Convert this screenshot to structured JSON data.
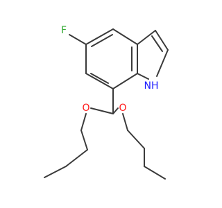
{
  "molecule": {
    "atoms": [
      {
        "id": "F",
        "label": "F",
        "color": "#33aa33"
      },
      {
        "id": "N",
        "label": "NH",
        "color": "#1a1aff"
      },
      {
        "id": "O1",
        "label": "O",
        "color": "#ff1a1a"
      },
      {
        "id": "O2",
        "label": "O",
        "color": "#ff1a1a"
      }
    ],
    "bond_color": "#3a3a3a"
  }
}
